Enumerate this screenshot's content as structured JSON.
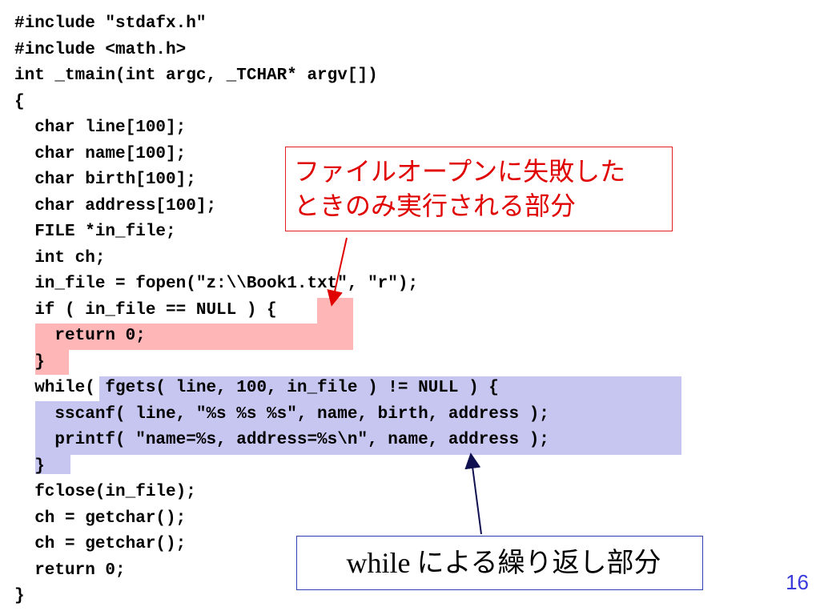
{
  "code_lines": [
    "#include \"stdafx.h\"",
    "#include <math.h>",
    "int _tmain(int argc, _TCHAR* argv[])",
    "{",
    "  char line[100];",
    "  char name[100];",
    "  char birth[100];",
    "  char address[100];",
    "  FILE *in_file;",
    "  int ch;",
    "  in_file = fopen(\"z:\\\\Book1.txt\", \"r\");",
    "  if ( in_file == NULL ) {",
    "    return 0;",
    "  }",
    "  while( fgets( line, 100, in_file ) != NULL ) {",
    "    sscanf( line, \"%s %s %s\", name, birth, address );",
    "    printf( \"name=%s, address=%s\\n\", name, address );",
    "  }",
    "  fclose(in_file);",
    "  ch = getchar();",
    "  ch = getchar();",
    "  return 0;",
    "}"
  ],
  "callouts": {
    "error_block": {
      "line1": "ファイルオープンに失敗した",
      "line2": "ときのみ実行される部分"
    },
    "loop_block": {
      "prefix": "while",
      "rest": "による繰り返し部分"
    }
  },
  "highlight_colors": {
    "error_block": "#ffb6b6",
    "loop_block": "#c6c6f0"
  },
  "page_number": "16"
}
